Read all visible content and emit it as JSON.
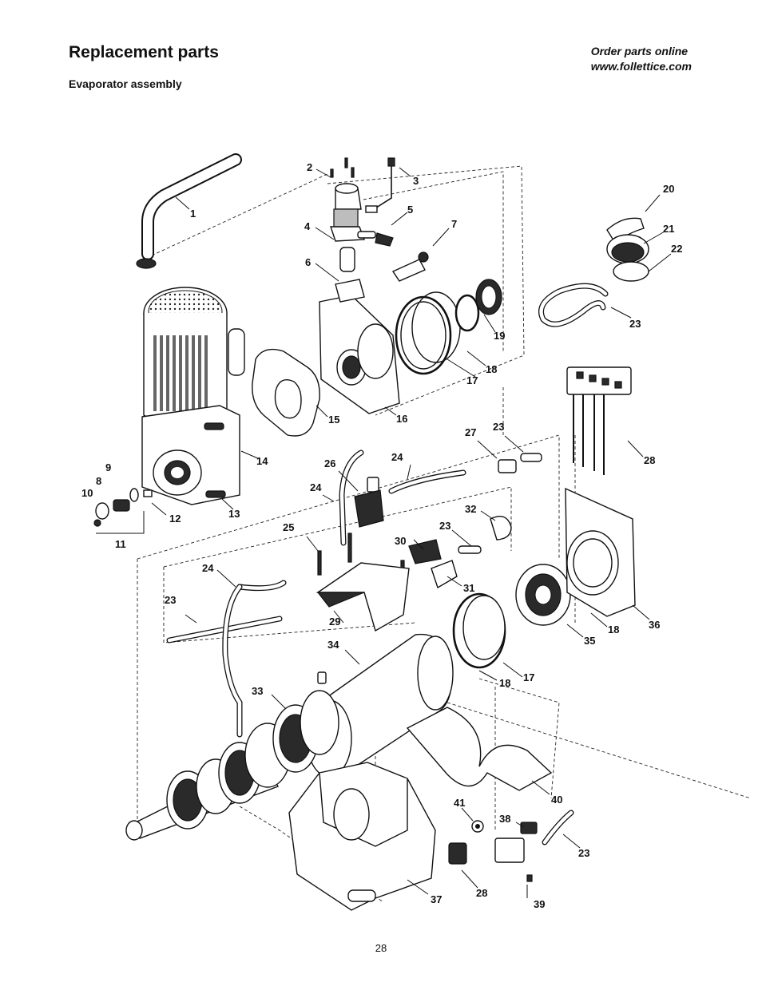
{
  "header": {
    "title": "Replacement parts",
    "subtitle": "Evaporator assembly",
    "order_line1": "Order parts online",
    "order_line2": "www.follettice.com"
  },
  "footer": {
    "page_number": "28"
  },
  "diagram": {
    "callouts": [
      "1",
      "2",
      "3",
      "4",
      "5",
      "6",
      "7",
      "8",
      "9",
      "10",
      "11",
      "12",
      "13",
      "14",
      "15",
      "16",
      "17",
      "18",
      "19",
      "20",
      "21",
      "22",
      "23",
      "24",
      "25",
      "26",
      "27",
      "28",
      "29",
      "30",
      "31",
      "32",
      "33",
      "34",
      "35",
      "36",
      "37",
      "38",
      "39",
      "40",
      "41"
    ]
  }
}
